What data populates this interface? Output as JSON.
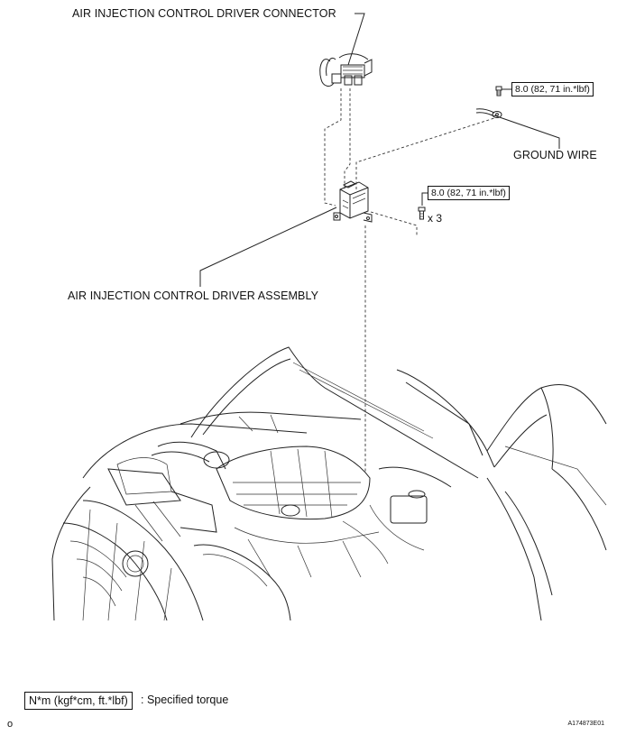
{
  "labels": {
    "connector": "AIR INJECTION CONTROL DRIVER CONNECTOR",
    "ground_wire": "GROUND WIRE",
    "assembly": "AIR INJECTION CONTROL DRIVER ASSEMBLY"
  },
  "torque_specs": [
    {
      "value": "8.0 (82, 71 in.*lbf)"
    },
    {
      "value": "8.0 (82, 71 in.*lbf)",
      "quantity": "x 3"
    }
  ],
  "legend": {
    "unit": "N*m (kgf*cm, ft.*lbf)",
    "meaning": ": Specified torque"
  },
  "figure_code": "A174873E01",
  "page_mark": "o"
}
